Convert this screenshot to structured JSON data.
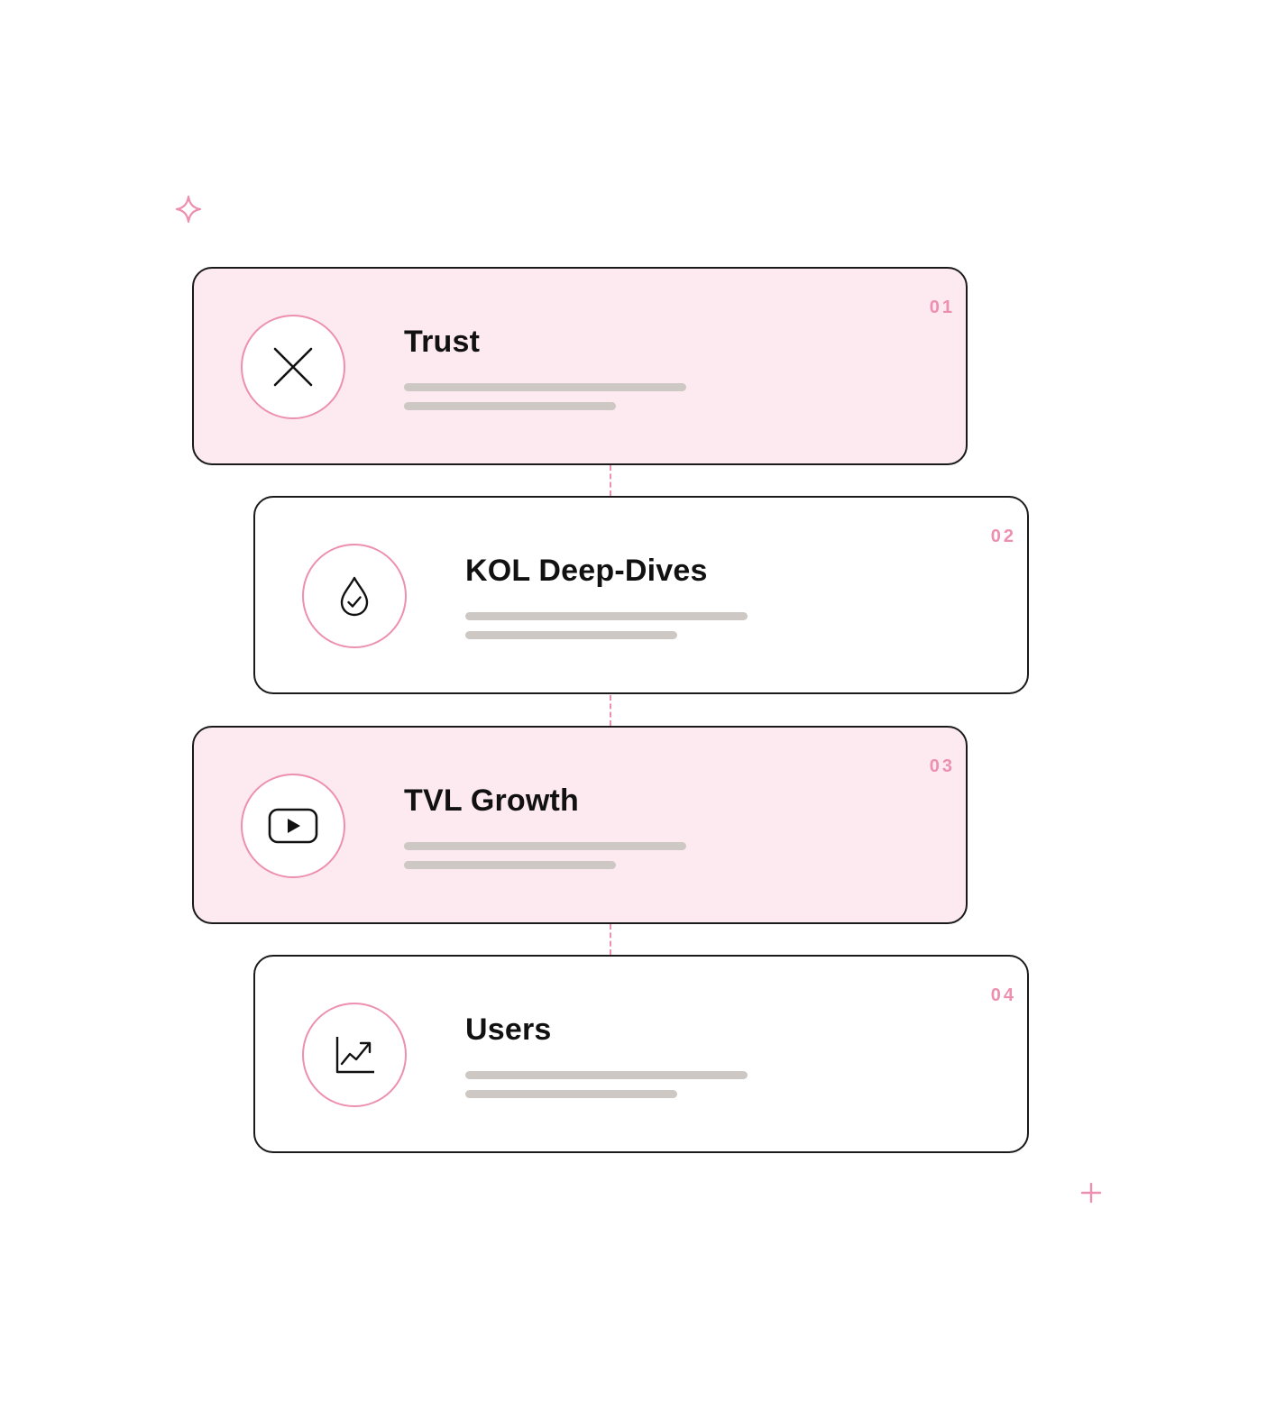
{
  "steps": [
    {
      "number": "01",
      "title": "Trust",
      "icon": "close-x-icon",
      "highlighted": true
    },
    {
      "number": "02",
      "title": "KOL Deep-Dives",
      "icon": "drop-check-icon",
      "highlighted": false
    },
    {
      "number": "03",
      "title": "TVL Growth",
      "icon": "play-button-icon",
      "highlighted": true
    },
    {
      "number": "04",
      "title": "Users",
      "icon": "growth-chart-icon",
      "highlighted": false
    }
  ],
  "colors": {
    "accent_pink": "#ec8fb0",
    "highlight_bg": "#fde9f0",
    "border": "#1a1a1a",
    "placeholder_line": "#cdc8c3"
  }
}
